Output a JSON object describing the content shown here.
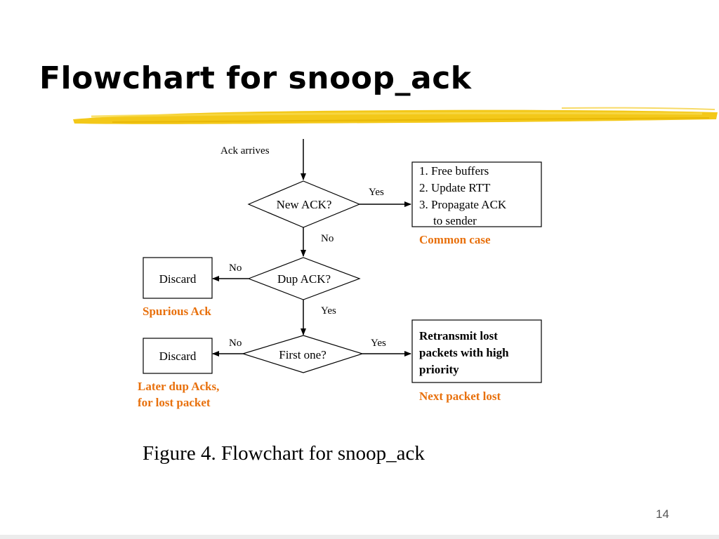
{
  "title": "Flowchart for snoop_ack",
  "colors": {
    "highlighter": "#f2c200",
    "note": "#e8700c",
    "text": "#000000"
  },
  "flowchart": {
    "start_label": "Ack arrives",
    "decisions": {
      "new_ack": "New ACK?",
      "dup_ack": "Dup ACK?",
      "first_one": "First one?"
    },
    "branch_labels": {
      "new_ack_yes": "Yes",
      "new_ack_no": "No",
      "dup_ack_no": "No",
      "dup_ack_yes": "Yes",
      "first_one_no": "No",
      "first_one_yes": "Yes"
    },
    "actions": {
      "common": [
        "1. Free buffers",
        "2. Update RTT",
        "3. Propagate ACK",
        "to sender"
      ],
      "discard_spurious": "Discard",
      "discard_later": "Discard",
      "retransmit": [
        "Retransmit lost",
        "packets with high",
        "priority"
      ]
    },
    "notes": {
      "common_case": "Common case",
      "spurious_ack": "Spurious Ack",
      "later_dup": [
        "Later dup Acks,",
        "for lost packet"
      ],
      "next_packet_lost": "Next packet lost"
    }
  },
  "caption": "Figure 4. Flowchart for snoop_ack",
  "page_number": "14"
}
